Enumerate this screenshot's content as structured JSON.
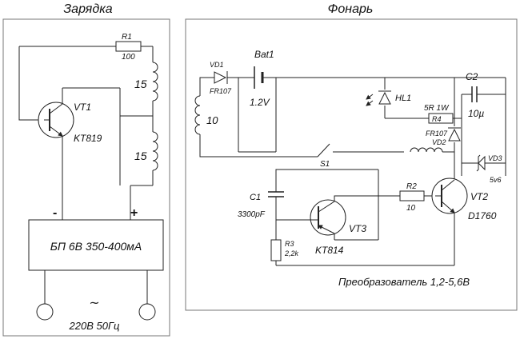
{
  "charger": {
    "title": "Зарядка",
    "r1_name": "R1",
    "r1_value": "100",
    "coil_a": "15",
    "coil_b": "15",
    "vt1_name": "VT1",
    "vt1_type": "KT819",
    "minus": "-",
    "plus": "+",
    "psu_label": "БП 6В 350-400мА",
    "mains": "220В 50Гц",
    "ac_symbol": "~"
  },
  "torch": {
    "title": "Фонарь",
    "vd1_name": "VD1",
    "vd1_type": "FR107",
    "bat_name": "Bat1",
    "bat_value": "1.2V",
    "coil_value": "10",
    "hl1": "HL1",
    "r4_spec": "5R 1W",
    "r4_name": "R4",
    "c2_name": "C2",
    "c2_value": "10µ",
    "vd2_type": "FR107",
    "vd2_name": "VD2",
    "vd3_name": "VD3",
    "vd3_value": "5v6",
    "s1": "S1",
    "c1_name": "C1",
    "c1_value": "3300pF",
    "r2_name": "R2",
    "r2_value": "10",
    "vt2_name": "VT2",
    "vt2_type": "D1760",
    "vt3_name": "VT3",
    "vt3_type": "KT814",
    "r3_name": "R3",
    "r3_value": "2,2k",
    "caption": "Преобразователь 1,2-5,6В"
  }
}
